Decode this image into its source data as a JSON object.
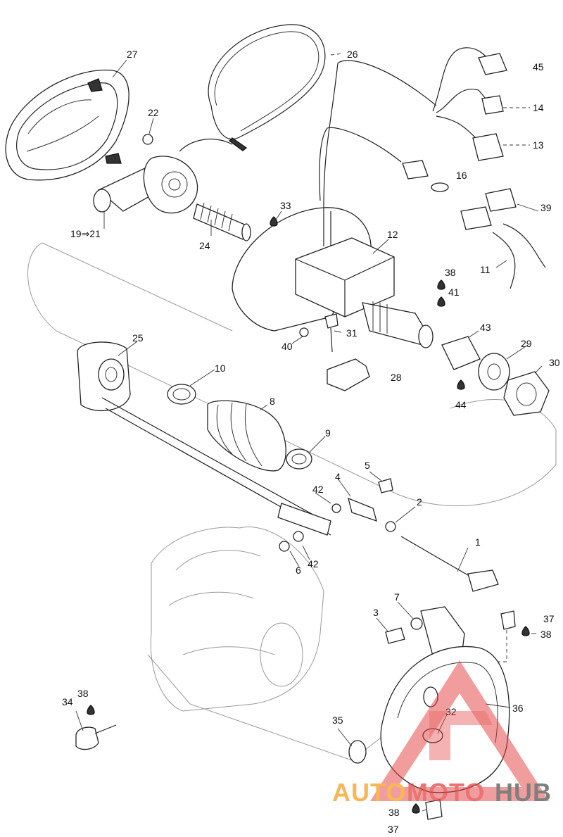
{
  "diagram": {
    "callouts": [
      {
        "id": "c27",
        "text": "27"
      },
      {
        "id": "c22",
        "text": "22"
      },
      {
        "id": "c26",
        "text": "26"
      },
      {
        "id": "c45",
        "text": "45"
      },
      {
        "id": "c14",
        "text": "14"
      },
      {
        "id": "c13",
        "text": "13"
      },
      {
        "id": "c16",
        "text": "16"
      },
      {
        "id": "c33",
        "text": "33"
      },
      {
        "id": "c39",
        "text": "39"
      },
      {
        "id": "c1921",
        "text": "19⇒21"
      },
      {
        "id": "c24",
        "text": "24"
      },
      {
        "id": "c12",
        "text": "12"
      },
      {
        "id": "c11",
        "text": "11"
      },
      {
        "id": "c38a",
        "text": "38"
      },
      {
        "id": "c41",
        "text": "41"
      },
      {
        "id": "c31",
        "text": "31"
      },
      {
        "id": "c43",
        "text": "43"
      },
      {
        "id": "c40",
        "text": "40"
      },
      {
        "id": "c29",
        "text": "29"
      },
      {
        "id": "c25",
        "text": "25"
      },
      {
        "id": "c28",
        "text": "28"
      },
      {
        "id": "c30",
        "text": "30"
      },
      {
        "id": "c10",
        "text": "10"
      },
      {
        "id": "c44",
        "text": "44"
      },
      {
        "id": "c8",
        "text": "8"
      },
      {
        "id": "c9",
        "text": "9"
      },
      {
        "id": "c5",
        "text": "5"
      },
      {
        "id": "c4",
        "text": "4"
      },
      {
        "id": "c42a",
        "text": "42"
      },
      {
        "id": "c2",
        "text": "2"
      },
      {
        "id": "c1",
        "text": "1"
      },
      {
        "id": "c6",
        "text": "6"
      },
      {
        "id": "c42b",
        "text": "42"
      },
      {
        "id": "c7",
        "text": "7"
      },
      {
        "id": "c3",
        "text": "3"
      },
      {
        "id": "c37a",
        "text": "37"
      },
      {
        "id": "c38b",
        "text": "38"
      },
      {
        "id": "c34",
        "text": "34"
      },
      {
        "id": "c38c",
        "text": "38"
      },
      {
        "id": "c35",
        "text": "35"
      },
      {
        "id": "c32",
        "text": "32"
      },
      {
        "id": "c36",
        "text": "36"
      },
      {
        "id": "c38d",
        "text": "38"
      },
      {
        "id": "c37b",
        "text": "37"
      }
    ]
  },
  "watermark": {
    "part1": "AUTO",
    "part2": "MOTO",
    "part3": "HUB",
    "color_primary": "#f5a020",
    "color_secondary": "#e64545",
    "color_tertiary": "#555555"
  }
}
